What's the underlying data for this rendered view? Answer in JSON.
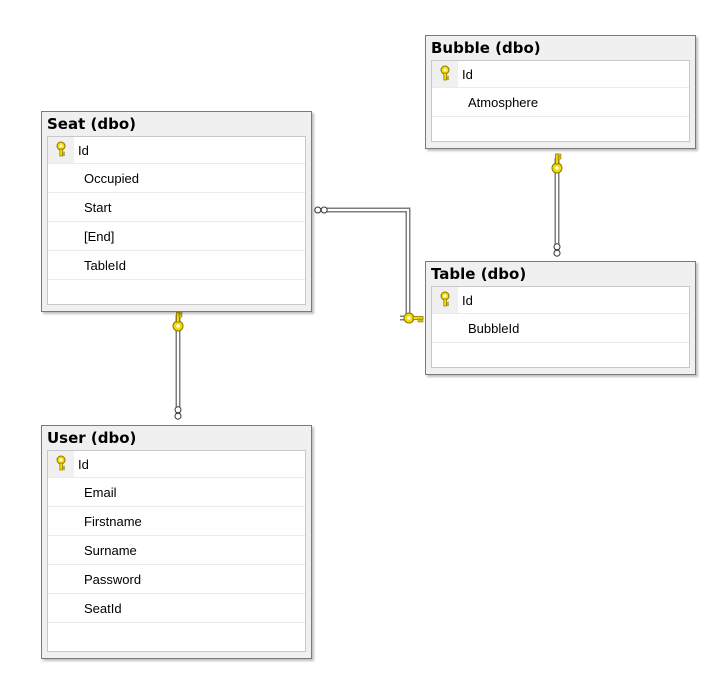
{
  "tables": {
    "bubble": {
      "title": "Bubble (dbo)",
      "columns": [
        {
          "name": "Id"
        },
        {
          "name": "Atmosphere"
        }
      ]
    },
    "seat": {
      "title": "Seat (dbo)",
      "columns": [
        {
          "name": "Id"
        },
        {
          "name": "Occupied"
        },
        {
          "name": "Start"
        },
        {
          "name": "[End]"
        },
        {
          "name": "TableId"
        }
      ]
    },
    "table": {
      "title": "Table (dbo)",
      "columns": [
        {
          "name": "Id"
        },
        {
          "name": "BubbleId"
        }
      ]
    },
    "user": {
      "title": "User (dbo)",
      "columns": [
        {
          "name": "Id"
        },
        {
          "name": "Email"
        },
        {
          "name": "Firstname"
        },
        {
          "name": "Surname"
        },
        {
          "name": "Password"
        },
        {
          "name": "SeatId"
        }
      ]
    }
  },
  "primary_key_columns": [
    "Id"
  ],
  "relationships": [
    {
      "from": "Seat",
      "to": "Table",
      "one_end": "Table",
      "many_end": "Seat"
    },
    {
      "from": "Table",
      "to": "Bubble",
      "one_end": "Bubble",
      "many_end": "Table"
    },
    {
      "from": "User",
      "to": "Seat",
      "one_end": "Seat",
      "many_end": "User"
    }
  ],
  "icons": {
    "primary_key": "key-icon",
    "one_end": "key-icon",
    "many_end": "infinity-icon"
  },
  "colors": {
    "title_bar": "#f0f0f0",
    "border": "#7a7a7a",
    "body": "#ffffff",
    "key_icon": "#e6c800",
    "connector": "#7d7d7d"
  }
}
